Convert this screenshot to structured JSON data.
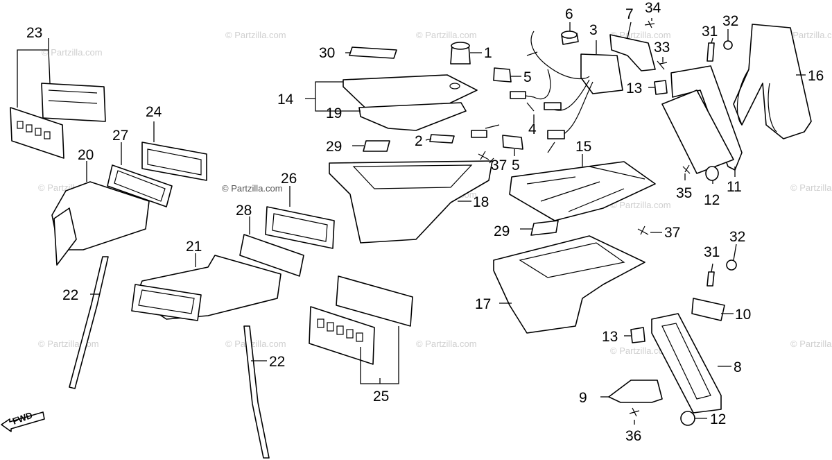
{
  "watermark": "© Partzilla.com",
  "fwd_label": "FWD",
  "callouts": [
    "1",
    "2",
    "3",
    "4",
    "5",
    "5",
    "6",
    "7",
    "8",
    "9",
    "10",
    "11",
    "12",
    "12",
    "13",
    "13",
    "14",
    "15",
    "16",
    "17",
    "18",
    "19",
    "20",
    "21",
    "22",
    "22",
    "23",
    "24",
    "25",
    "26",
    "27",
    "28",
    "29",
    "29",
    "30",
    "31",
    "31",
    "32",
    "32",
    "33",
    "34",
    "35",
    "36",
    "37",
    "37"
  ]
}
